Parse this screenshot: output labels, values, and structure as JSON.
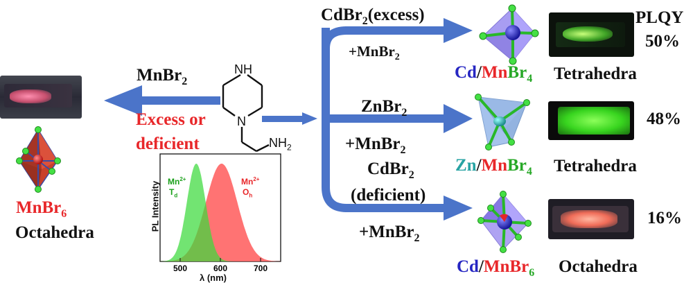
{
  "colors": {
    "arrow": "#4b74c9",
    "red": "#e8272a",
    "blue": "#2626c2",
    "teal": "#27a3a3",
    "green_fill": "#3cd93c",
    "red_fill": "#ff5a5a",
    "manganese": "#e3242b",
    "bromine": "#44e044"
  },
  "left": {
    "reagent": "MnBr",
    "reagent_sub": "2",
    "condition_line1": "Excess or",
    "condition_line2": "deficient",
    "product_mn": "MnBr",
    "product_sub": "6",
    "product_shape": "Octahedra"
  },
  "center": {
    "amine_nh": "NH",
    "amine_n": "N",
    "amine_nh2": "NH",
    "amine_nh2_sub": "2"
  },
  "branches": {
    "top": {
      "reagent": "CdBr",
      "reagent_sub": "2",
      "reagent_suffix": "(excess)",
      "second": "+MnBr",
      "second_sub": "2",
      "metal": "Cd",
      "slash": "/",
      "mn": "Mn",
      "br": "Br",
      "br_sub": "4",
      "shape": "Tetrahedra",
      "plqy": "50%"
    },
    "middle": {
      "reagent": "ZnBr",
      "reagent_sub": "2",
      "second": "+MnBr",
      "second_sub": "2",
      "metal": "Zn",
      "slash": "/",
      "mn": "Mn",
      "br": "Br",
      "br_sub": "4",
      "shape": "Tetrahedra",
      "plqy": "48%"
    },
    "bottom": {
      "reagent": "CdBr",
      "reagent_sub": "2",
      "reagent_line2": "(deficient)",
      "second": "+MnBr",
      "second_sub": "2",
      "metal": "Cd",
      "slash": "/",
      "mn": "MnBr",
      "br_sub": "6",
      "shape": "Octahedra",
      "plqy": "16%"
    }
  },
  "plqy_header": "PLQY",
  "chart_data": {
    "type": "area",
    "xlabel": "λ (nm)",
    "ylabel": "PL Intensity",
    "xlim": [
      450,
      750
    ],
    "xticks": [
      500,
      600,
      700
    ],
    "series": [
      {
        "name": "Mn2+ Td",
        "label_main": "Mn",
        "label_sup": "2+",
        "label_site": "T",
        "label_site_sub": "d",
        "color": "#3cd93c",
        "peak": 540,
        "fwhm": 55
      },
      {
        "name": "Mn2+ Oh",
        "label_main": "Mn",
        "label_sup": "2+",
        "label_site": "O",
        "label_site_sub": "h",
        "color": "#ff5a5a",
        "peak": 603,
        "fwhm": 92
      }
    ]
  }
}
